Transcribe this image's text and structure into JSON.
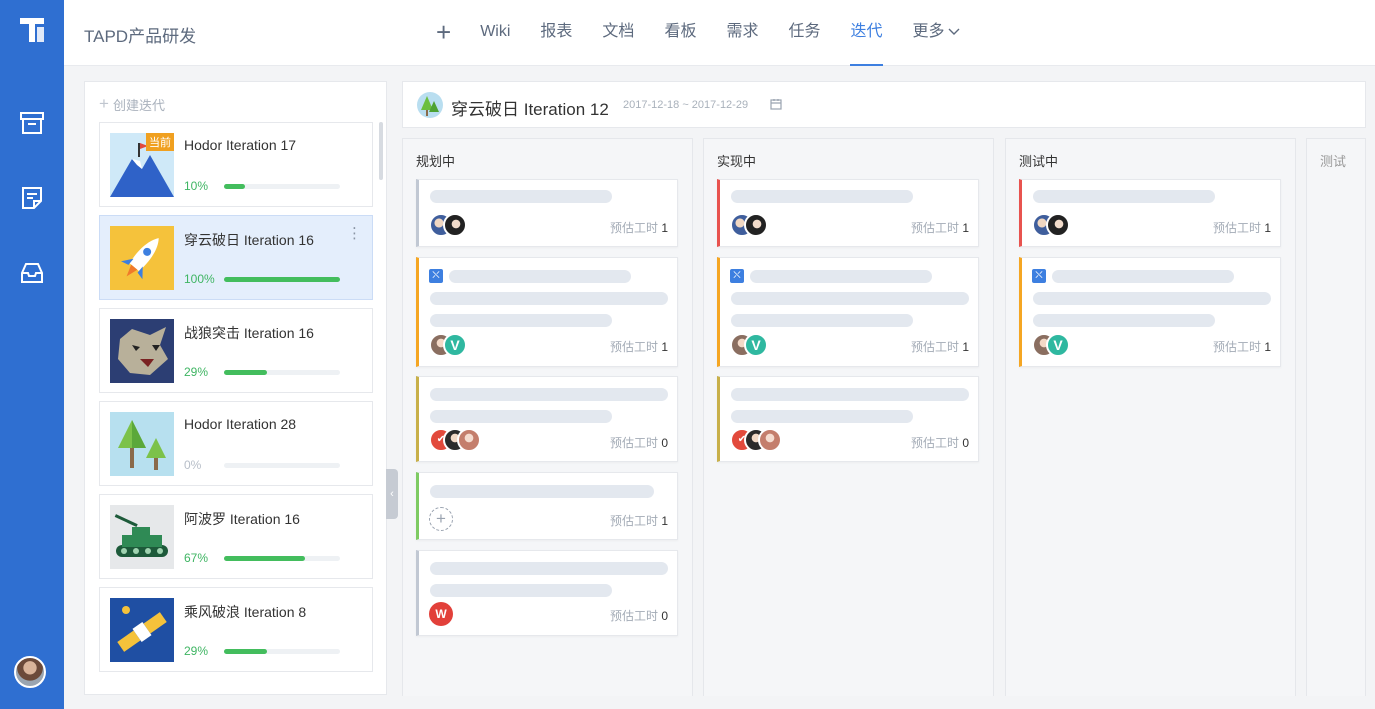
{
  "topbar": {
    "project_name": "TAPD产品研发",
    "nav": [
      {
        "label": "Wiki"
      },
      {
        "label": "报表"
      },
      {
        "label": "文档"
      },
      {
        "label": "看板"
      },
      {
        "label": "需求"
      },
      {
        "label": "任务"
      },
      {
        "label": "迭代",
        "active": true
      },
      {
        "label": "更多"
      }
    ]
  },
  "iteration_list": {
    "create_label": "创建迭代",
    "items": [
      {
        "name": "Hodor Iteration 17",
        "percent": "10%",
        "progress": 0.18,
        "badge": "当前",
        "thumb": "mountain-climber"
      },
      {
        "name": "穿云破日 Iteration 16",
        "percent": "100%",
        "progress": 1.0,
        "thumb": "rocket",
        "selected": true
      },
      {
        "name": "战狼突击 Iteration 16",
        "percent": "29%",
        "progress": 0.37,
        "thumb": "wolf"
      },
      {
        "name": "Hodor Iteration 28",
        "percent": "0%",
        "progress": 0.0,
        "thumb": "trees"
      },
      {
        "name": "阿波罗 Iteration 16",
        "percent": "67%",
        "progress": 0.7,
        "thumb": "tank"
      },
      {
        "name": "乘风破浪 Iteration 8",
        "percent": "29%",
        "progress": 0.37,
        "thumb": "satellite"
      }
    ]
  },
  "iteration_header": {
    "title": "穿云破日 Iteration 12",
    "dates": "2017-12-18 ~ 2017-12-29"
  },
  "board": {
    "estimate_label": "预估工时",
    "columns": [
      {
        "title": "规划中",
        "cards": [
          {
            "estimate": "1"
          },
          {
            "estimate": "1"
          },
          {
            "estimate": "0"
          },
          {
            "estimate": "1"
          },
          {
            "estimate": "0"
          }
        ]
      },
      {
        "title": "实现中",
        "cards": [
          {
            "estimate": "1"
          },
          {
            "estimate": "1"
          },
          {
            "estimate": "0"
          }
        ]
      },
      {
        "title": "测试中",
        "cards": [
          {
            "estimate": "1"
          },
          {
            "estimate": "1"
          }
        ]
      },
      {
        "title": "测试"
      }
    ]
  },
  "colors": {
    "rail": "#2f6fd1",
    "accent": "#3d7fe0",
    "progress": "#43bd5d",
    "badge": "#f0a020"
  }
}
